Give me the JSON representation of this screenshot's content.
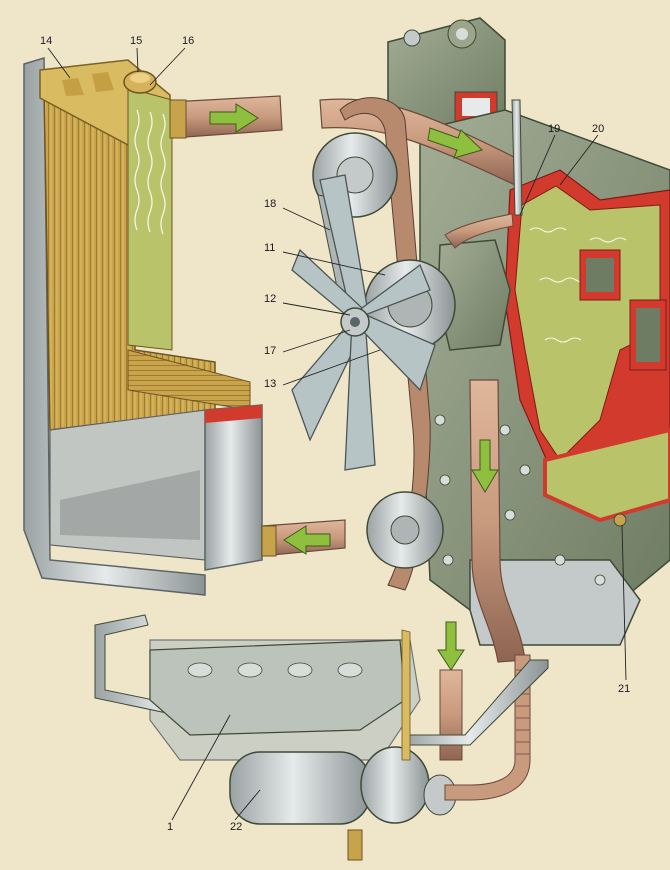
{
  "palette": {
    "paper": "#efe6c9",
    "radiator_core": "#c9a44a",
    "radiator_tank": "#d9bb62",
    "coolant": "#b9c46a",
    "hose": "#c89a7e",
    "engine": "#8c9a7e",
    "metal": "#c4cac9",
    "section_red": "#d23a2e",
    "flow_arrow": "#8fbf3f"
  },
  "callouts": [
    {
      "id": "14",
      "label": "14"
    },
    {
      "id": "15",
      "label": "15"
    },
    {
      "id": "16",
      "label": "16"
    },
    {
      "id": "18",
      "label": "18"
    },
    {
      "id": "11",
      "label": "11"
    },
    {
      "id": "12",
      "label": "12"
    },
    {
      "id": "17",
      "label": "17"
    },
    {
      "id": "13",
      "label": "13"
    },
    {
      "id": "19",
      "label": "19"
    },
    {
      "id": "20",
      "label": "20"
    },
    {
      "id": "21",
      "label": "21"
    },
    {
      "id": "1",
      "label": "1"
    },
    {
      "id": "22",
      "label": "22"
    }
  ]
}
